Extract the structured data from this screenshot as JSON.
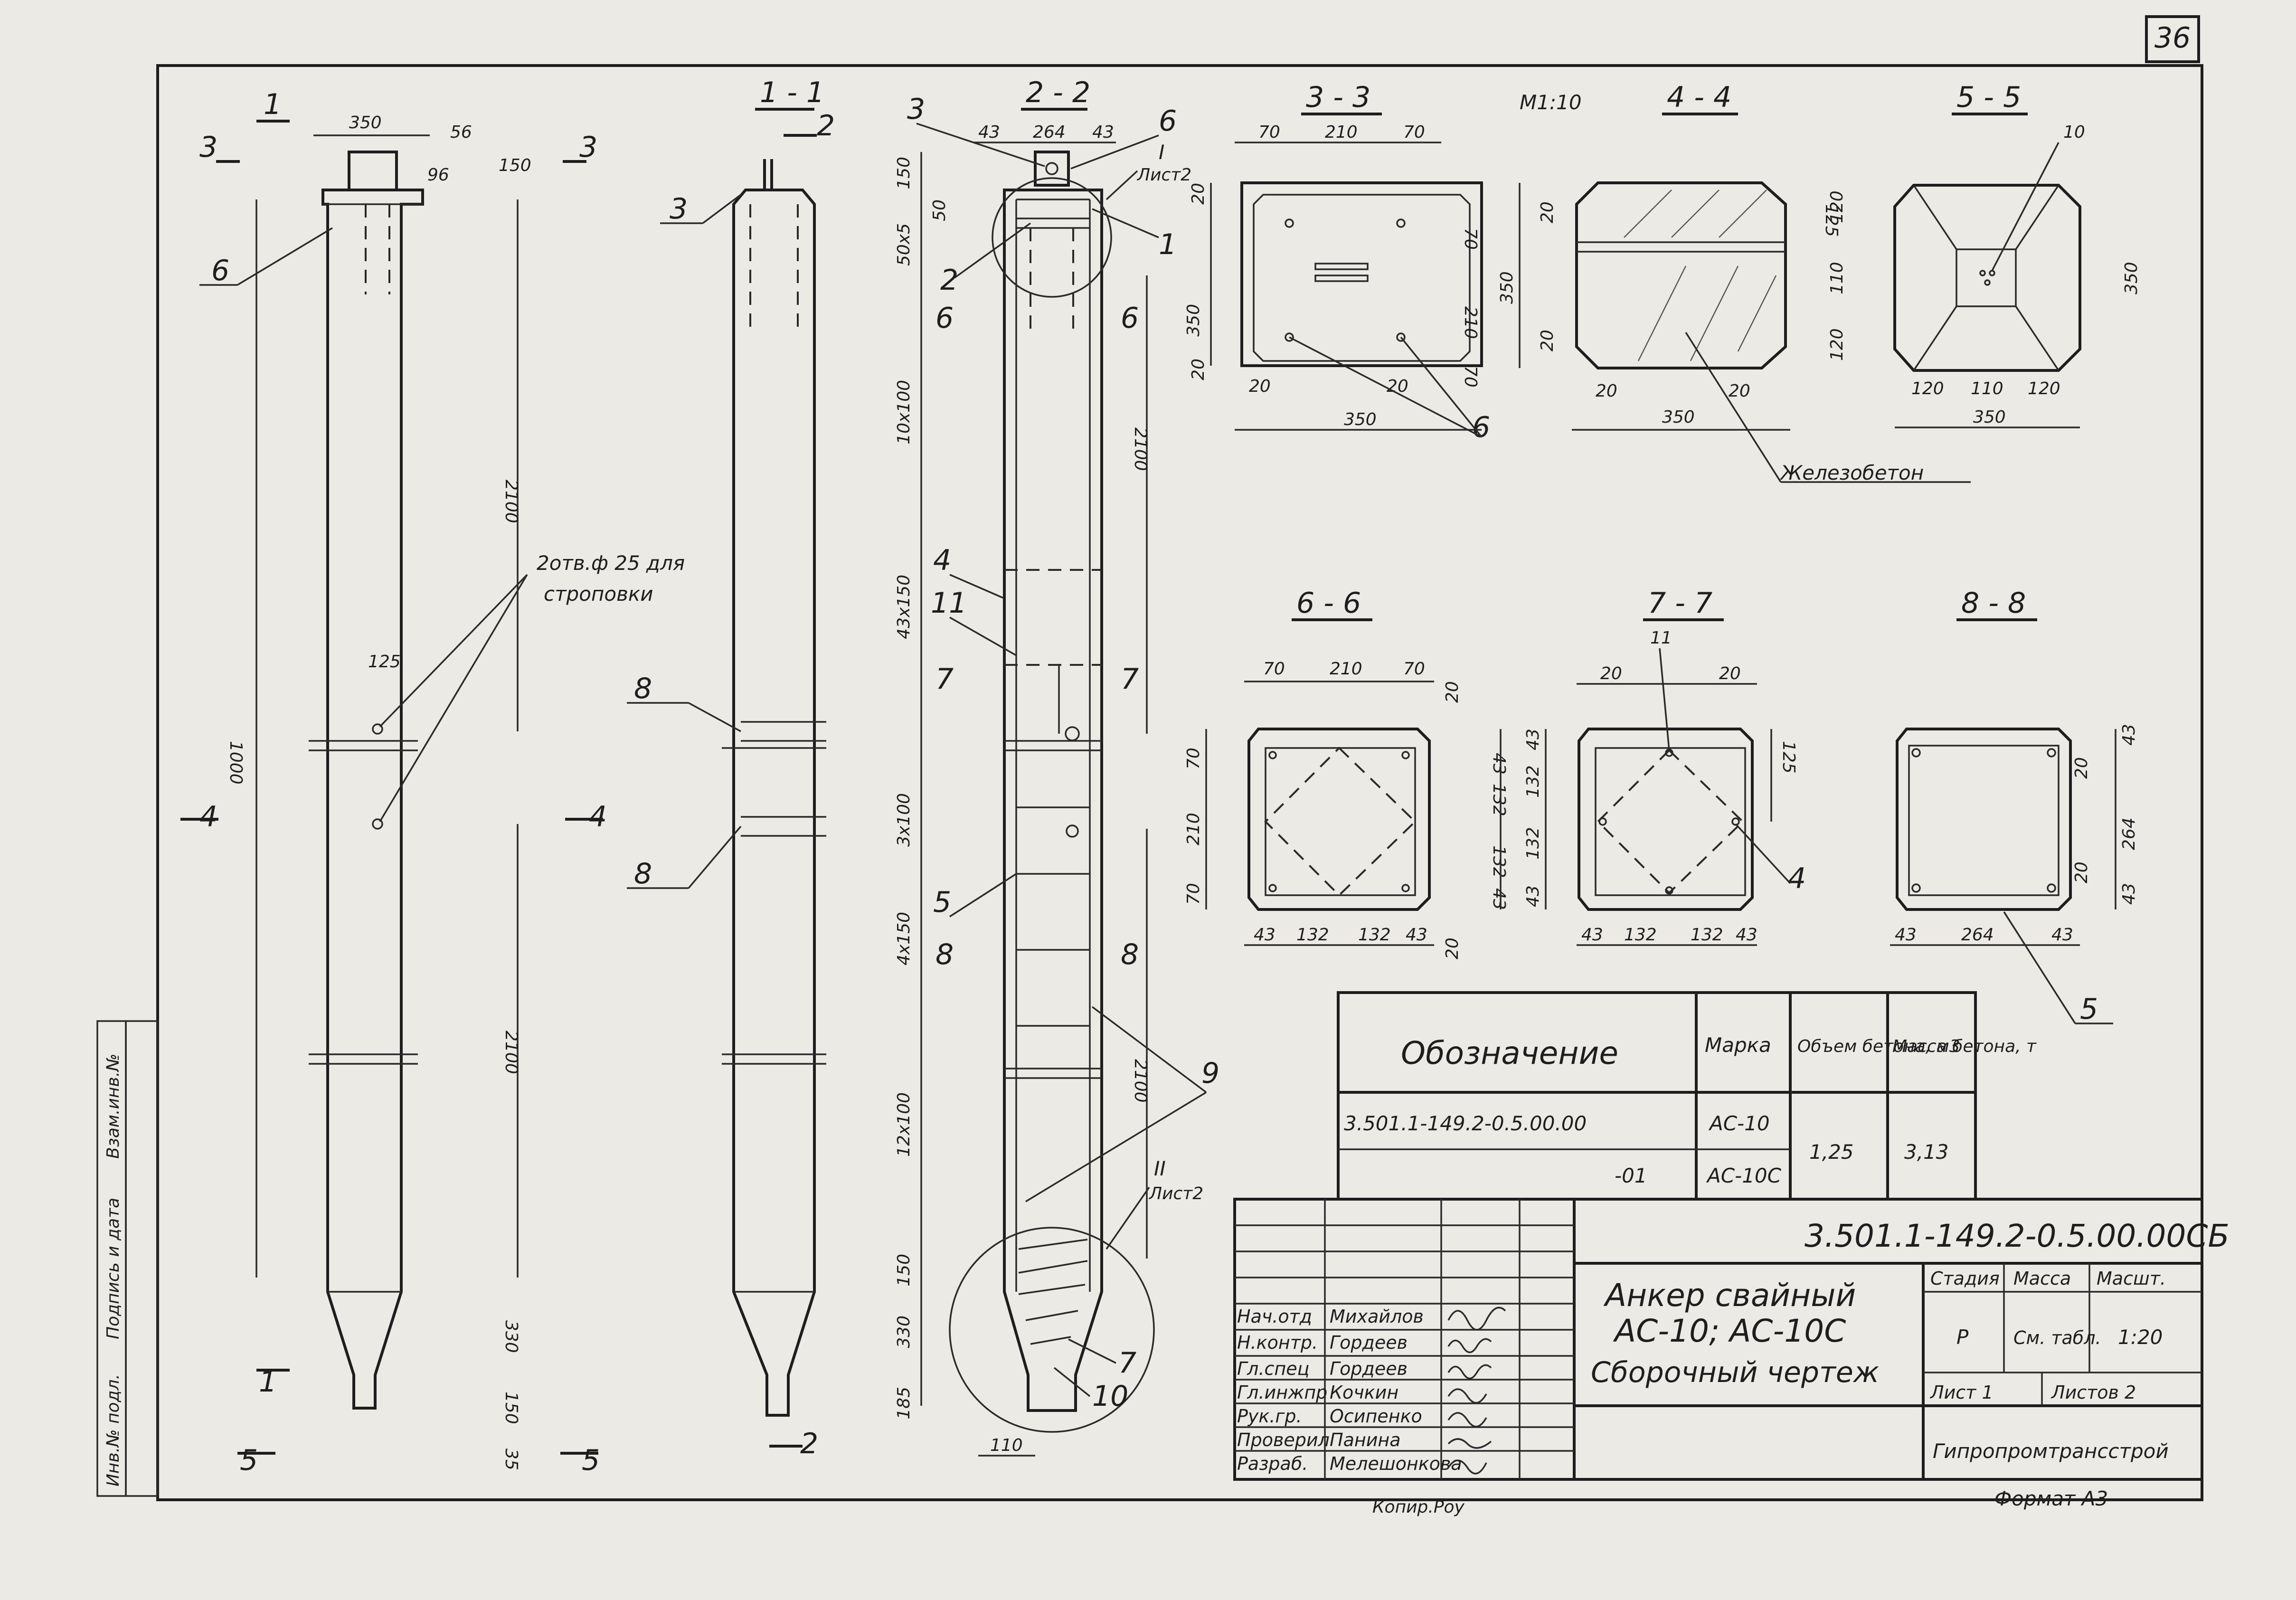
{
  "sheet": {
    "number": "36",
    "scale_note": "М1:10",
    "format": "Формат А3",
    "copied": "Копир.Роу",
    "side_labels": [
      "Инв.№ подл.",
      "Подпись и дата",
      "Взам.инв.№"
    ]
  },
  "views": {
    "section_1_1": "1 - 1",
    "section_2_2": "2 - 2",
    "section_3_3": "3 - 3",
    "section_4_4": "4 - 4",
    "section_5_5": "5 - 5",
    "section_6_6": "6 - 6",
    "section_7_7": "7 - 7",
    "section_8_8": "8 - 8"
  },
  "notes": {
    "lifting_holes": [
      "2отв.ф 25 для",
      "строповки"
    ],
    "material": "Железобетон",
    "detail_I": "I",
    "detail_I_ref": "Лист2",
    "detail_II": "II",
    "detail_II_ref": "Лист2"
  },
  "cut_marks": [
    "1",
    "1",
    "2",
    "2",
    "3",
    "3",
    "4",
    "4",
    "5",
    "5",
    "6",
    "6",
    "7",
    "7",
    "8",
    "8"
  ],
  "callouts": [
    "1",
    "2",
    "3",
    "3",
    "4",
    "4",
    "5",
    "5",
    "6",
    "6",
    "6",
    "7",
    "8",
    "8",
    "9",
    "10",
    "10",
    "11",
    "11"
  ],
  "dimensions": {
    "elevation": [
      "350",
      "56",
      "96",
      "150",
      "2100",
      "1000",
      "2100",
      "330",
      "150",
      "35",
      "125"
    ],
    "section_2_2": [
      "43",
      "264",
      "43",
      "150",
      "50",
      "50х5",
      "10х100",
      "43х150",
      "3х100",
      "4х150",
      "12х100",
      "150",
      "330",
      "185",
      "110",
      "2100",
      "2100"
    ],
    "sec3": [
      "70",
      "210",
      "70",
      "350",
      "20",
      "20",
      "70",
      "210",
      "70",
      "20",
      "20",
      "350"
    ],
    "sec4": [
      "20",
      "125",
      "350",
      "20",
      "20",
      "20",
      "350"
    ],
    "sec5": [
      "120",
      "110",
      "120",
      "350",
      "120",
      "110",
      "120",
      "350"
    ],
    "sec6": [
      "70",
      "210",
      "70",
      "20",
      "70",
      "210",
      "70",
      "43",
      "132",
      "132",
      "43",
      "20",
      "43",
      "132",
      "132",
      "43"
    ],
    "sec7": [
      "20",
      "20",
      "43",
      "132",
      "132",
      "43",
      "125",
      "43",
      "132",
      "132",
      "43"
    ],
    "sec8": [
      "20",
      "264",
      "20",
      "43",
      "43",
      "43",
      "264",
      "43"
    ]
  },
  "spec_table": {
    "headers": [
      "Обозначение",
      "Марка",
      "Объем бетона, м3",
      "Масса бетона, т"
    ],
    "rows": [
      {
        "designation": "3.501.1-149.2-0.5.00.00",
        "mark": "АС-10"
      },
      {
        "designation": "-01",
        "mark": "АС-10С"
      }
    ],
    "volume": "1,25",
    "mass": "3,13"
  },
  "title_block": {
    "code": "3.501.1-149.2-0.5.00.00СБ",
    "title_line1": "Анкер свайный",
    "title_line2": "АС-10; АС-10С",
    "title_line3": "Сборочный чертеж",
    "stage_header": "Стадия",
    "mass_header": "Масса",
    "scale_header": "Масшт.",
    "stage": "Р",
    "mass": "См. табл.",
    "scale": "1:20",
    "sheet": "Лист 1",
    "sheets": "Листов 2",
    "org": "Гипропромтрансстрой",
    "roles": [
      {
        "role": "Нач.отд",
        "name": "Михайлов"
      },
      {
        "role": "Н.контр.",
        "name": "Гордеев"
      },
      {
        "role": "Гл.спец",
        "name": "Гордеев"
      },
      {
        "role": "Гл.инжпр",
        "name": "Кочкин"
      },
      {
        "role": "Рук.гр.",
        "name": "Осипенко"
      },
      {
        "role": "Проверил",
        "name": "Панина"
      },
      {
        "role": "Разраб.",
        "name": "Мелешонкова"
      }
    ]
  }
}
